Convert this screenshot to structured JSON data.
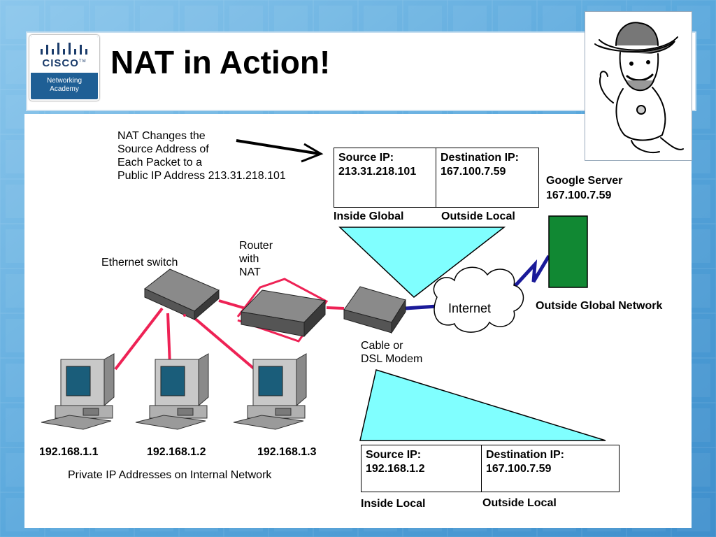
{
  "slide": {
    "title": "NAT in Action!",
    "logo": {
      "brand": "CISCO",
      "tm": "TM",
      "line1": "Networking",
      "line2": "Academy"
    }
  },
  "annotation": {
    "lines": [
      "NAT Changes the",
      "Source Address of",
      "Each Packet to a",
      "Public IP Address"
    ],
    "public_ip": "213.31.218.101"
  },
  "top_packet": {
    "source_label": "Source IP:",
    "source_value": "213.31.218.101",
    "dest_label": "Destination IP:",
    "dest_value": "167.100.7.59",
    "left_caption": "Inside Global",
    "right_caption": "Outside Local"
  },
  "bottom_packet": {
    "source_label": "Source IP:",
    "source_value": "192.168.1.2",
    "dest_label": "Destination IP:",
    "dest_value": "167.100.7.59",
    "left_caption": "Inside Local",
    "right_caption": "Outside Local"
  },
  "devices": {
    "switch_label": "Ethernet switch",
    "router_label_lines": [
      "Router",
      "with",
      "NAT"
    ],
    "modem_label_lines": [
      "Cable or",
      "DSL Modem"
    ],
    "internet_label": "Internet",
    "server_label_lines": [
      "Google Server",
      "167.100.7.59"
    ],
    "outside_label": "Outside Global Network"
  },
  "hosts": [
    {
      "ip": "192.168.1.1"
    },
    {
      "ip": "192.168.1.2"
    },
    {
      "ip": "192.168.1.3"
    }
  ],
  "private_caption": "Private IP Addresses on Internal Network",
  "colors": {
    "cable_red": "#ee2255",
    "link_blue": "#1a1a99",
    "cone_fill": "#80ffff",
    "server_green": "#118833",
    "bg_blue": "#5aa8dc",
    "cisco_blue": "#1f5f95"
  }
}
